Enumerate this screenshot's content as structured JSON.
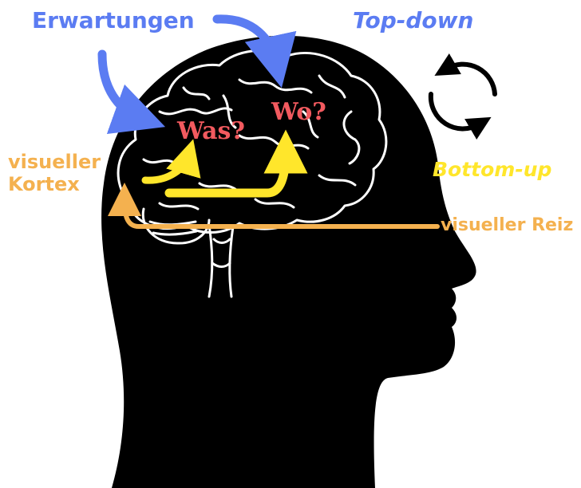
{
  "labels": {
    "expectations": "Erwartungen",
    "top_down": "Top-down",
    "bottom_up": "Bottom-up",
    "visual_cortex_line1": "visueller",
    "visual_cortex_line2": "Kortex",
    "visual_stimulus": "visueller Reiz",
    "what": "Was?",
    "where": "Wo?"
  },
  "colors": {
    "top_down_blue": "#5b7cf2",
    "bottom_up_yellow": "#ffe62b",
    "stimulus_orange": "#f4b14f",
    "question_red": "#f25a5f",
    "head_black": "#000000"
  },
  "icons": {
    "cycle": "cycle-arrows-icon"
  }
}
